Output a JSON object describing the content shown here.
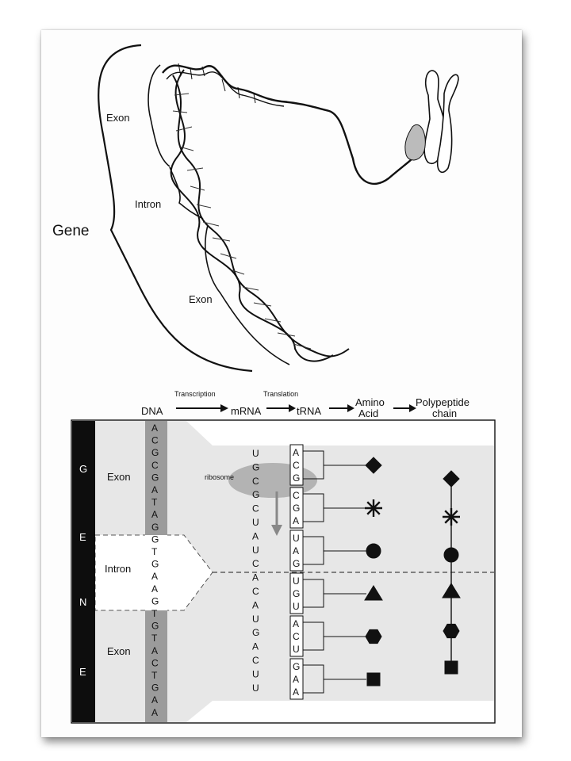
{
  "top": {
    "gene_label": "Gene",
    "exon1_label": "Exon",
    "intron_label": "Intron",
    "exon2_label": "Exon"
  },
  "flow": {
    "dna": "DNA",
    "transcription": "Transcription",
    "mrna": "mRNA",
    "translation": "Translation",
    "trna": "tRNA",
    "amino_line1": "Amino",
    "amino_line2": "Acid",
    "poly_line1": "Polypeptide",
    "poly_line2": "chain"
  },
  "panel": {
    "gene_letters": [
      "G",
      "E",
      "N",
      "E"
    ],
    "exon1": "Exon",
    "intron": "Intron",
    "exon2": "Exon",
    "ribosome": "ribosome",
    "dna_bases": [
      "A",
      "C",
      "G",
      "C",
      "G",
      "A",
      "T",
      "A",
      "G",
      "G",
      "T",
      "G",
      "A",
      "A",
      "G",
      "T",
      "G",
      "T",
      "A",
      "C",
      "T",
      "G",
      "A",
      "A"
    ],
    "mrna_bases": [
      "U",
      "G",
      "C",
      "G",
      "C",
      "U",
      "A",
      "U",
      "C",
      "A",
      "C",
      "A",
      "U",
      "G",
      "A",
      "C",
      "U",
      "U"
    ],
    "trna": [
      [
        "A",
        "C",
        "G"
      ],
      [
        "C",
        "G",
        "A"
      ],
      [
        "U",
        "A",
        "G"
      ],
      [
        "U",
        "G",
        "U"
      ],
      [
        "A",
        "C",
        "U"
      ],
      [
        "G",
        "A",
        "A"
      ]
    ],
    "amino_shapes": [
      "diamond-icon",
      "asterisk-icon",
      "circle-icon",
      "triangle-icon",
      "hexagon-icon",
      "square-icon"
    ],
    "colors": {
      "gene_bar": "#0d0d0d",
      "dna_column": "#9b9b9b",
      "panel_fill": "#e7e7e7",
      "ribosome": "#a9a9a9"
    }
  }
}
